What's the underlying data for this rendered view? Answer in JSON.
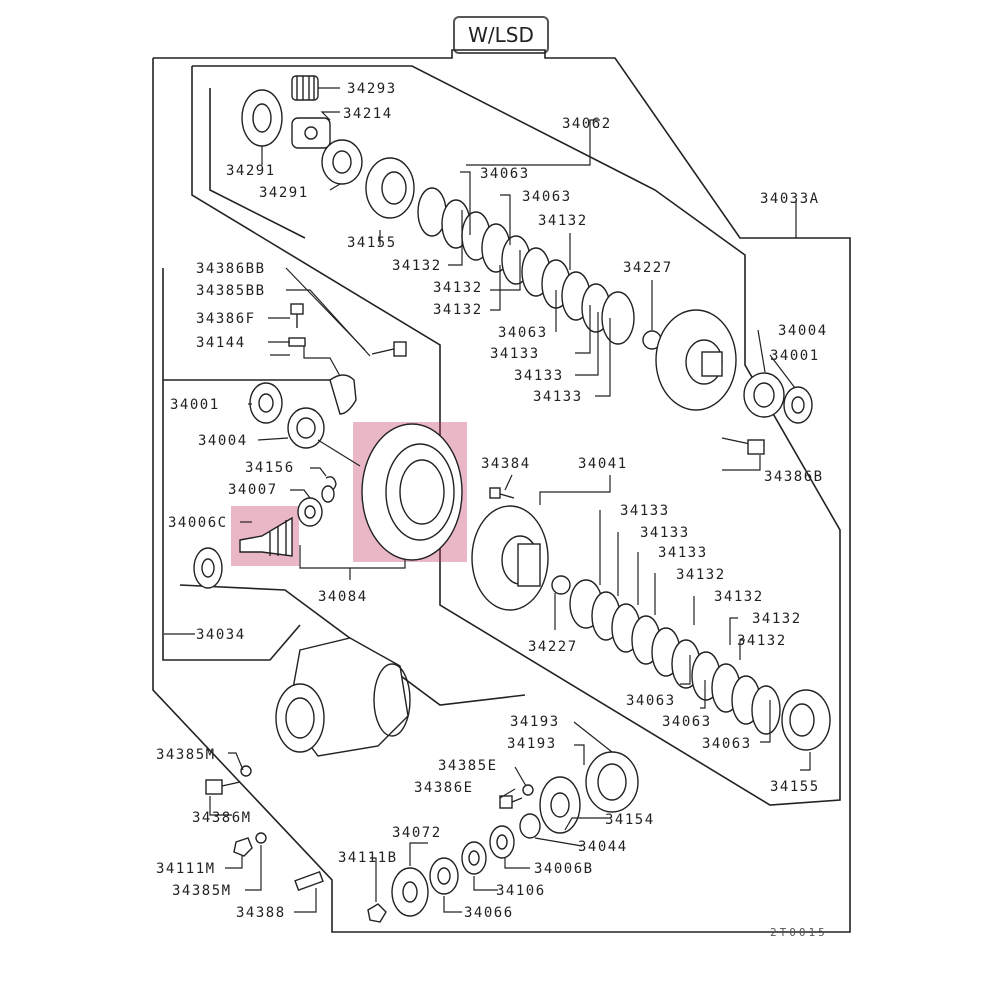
{
  "title": "W/LSD",
  "footer_code": "2T0015",
  "highlight_color": "#c0305a",
  "labels": {
    "l34293": "34293",
    "l34214": "34214",
    "l34291a": "34291",
    "l34291b": "34291",
    "l34062": "34062",
    "l34063a": "34063",
    "l34063b": "34063",
    "l34033A": "34033A",
    "l34132a": "34132",
    "l34155a": "34155",
    "l34132b": "34132",
    "l34132c": "34132",
    "l34132d": "34132",
    "l34386BB": "34386BB",
    "l34385BB": "34385BB",
    "l34227a": "34227",
    "l34386F": "34386F",
    "l34063c": "34063",
    "l34004a": "34004",
    "l34144": "34144",
    "l34133a": "34133",
    "l34001a": "34001",
    "l34133b": "34133",
    "l34133c": "34133",
    "l34001b": "34001",
    "l34004b": "34004",
    "l34386B": "34386B",
    "l34384": "34384",
    "l34041": "34041",
    "l34156": "34156",
    "l34007": "34007",
    "l34133d": "34133",
    "l34006C": "34006C",
    "l34133e": "34133",
    "l34133f": "34133",
    "l34132e": "34132",
    "l34084": "34084",
    "l34132f": "34132",
    "l34132g": "34132",
    "l34034": "34034",
    "l34132h": "34132",
    "l34227b": "34227",
    "l34063d": "34063",
    "l34063e": "34063",
    "l34193a": "34193",
    "l34193b": "34193",
    "l34063f": "34063",
    "l34385M": "34385M",
    "l34385E": "34385E",
    "l34155b": "34155",
    "l34386E": "34386E",
    "l34386M": "34386M",
    "l34154": "34154",
    "l34072": "34072",
    "l34044": "34044",
    "l34111B": "34111B",
    "l34006B": "34006B",
    "l34111M": "34111M",
    "l34385Mb": "34385M",
    "l34106": "34106",
    "l34388": "34388",
    "l34066": "34066"
  }
}
